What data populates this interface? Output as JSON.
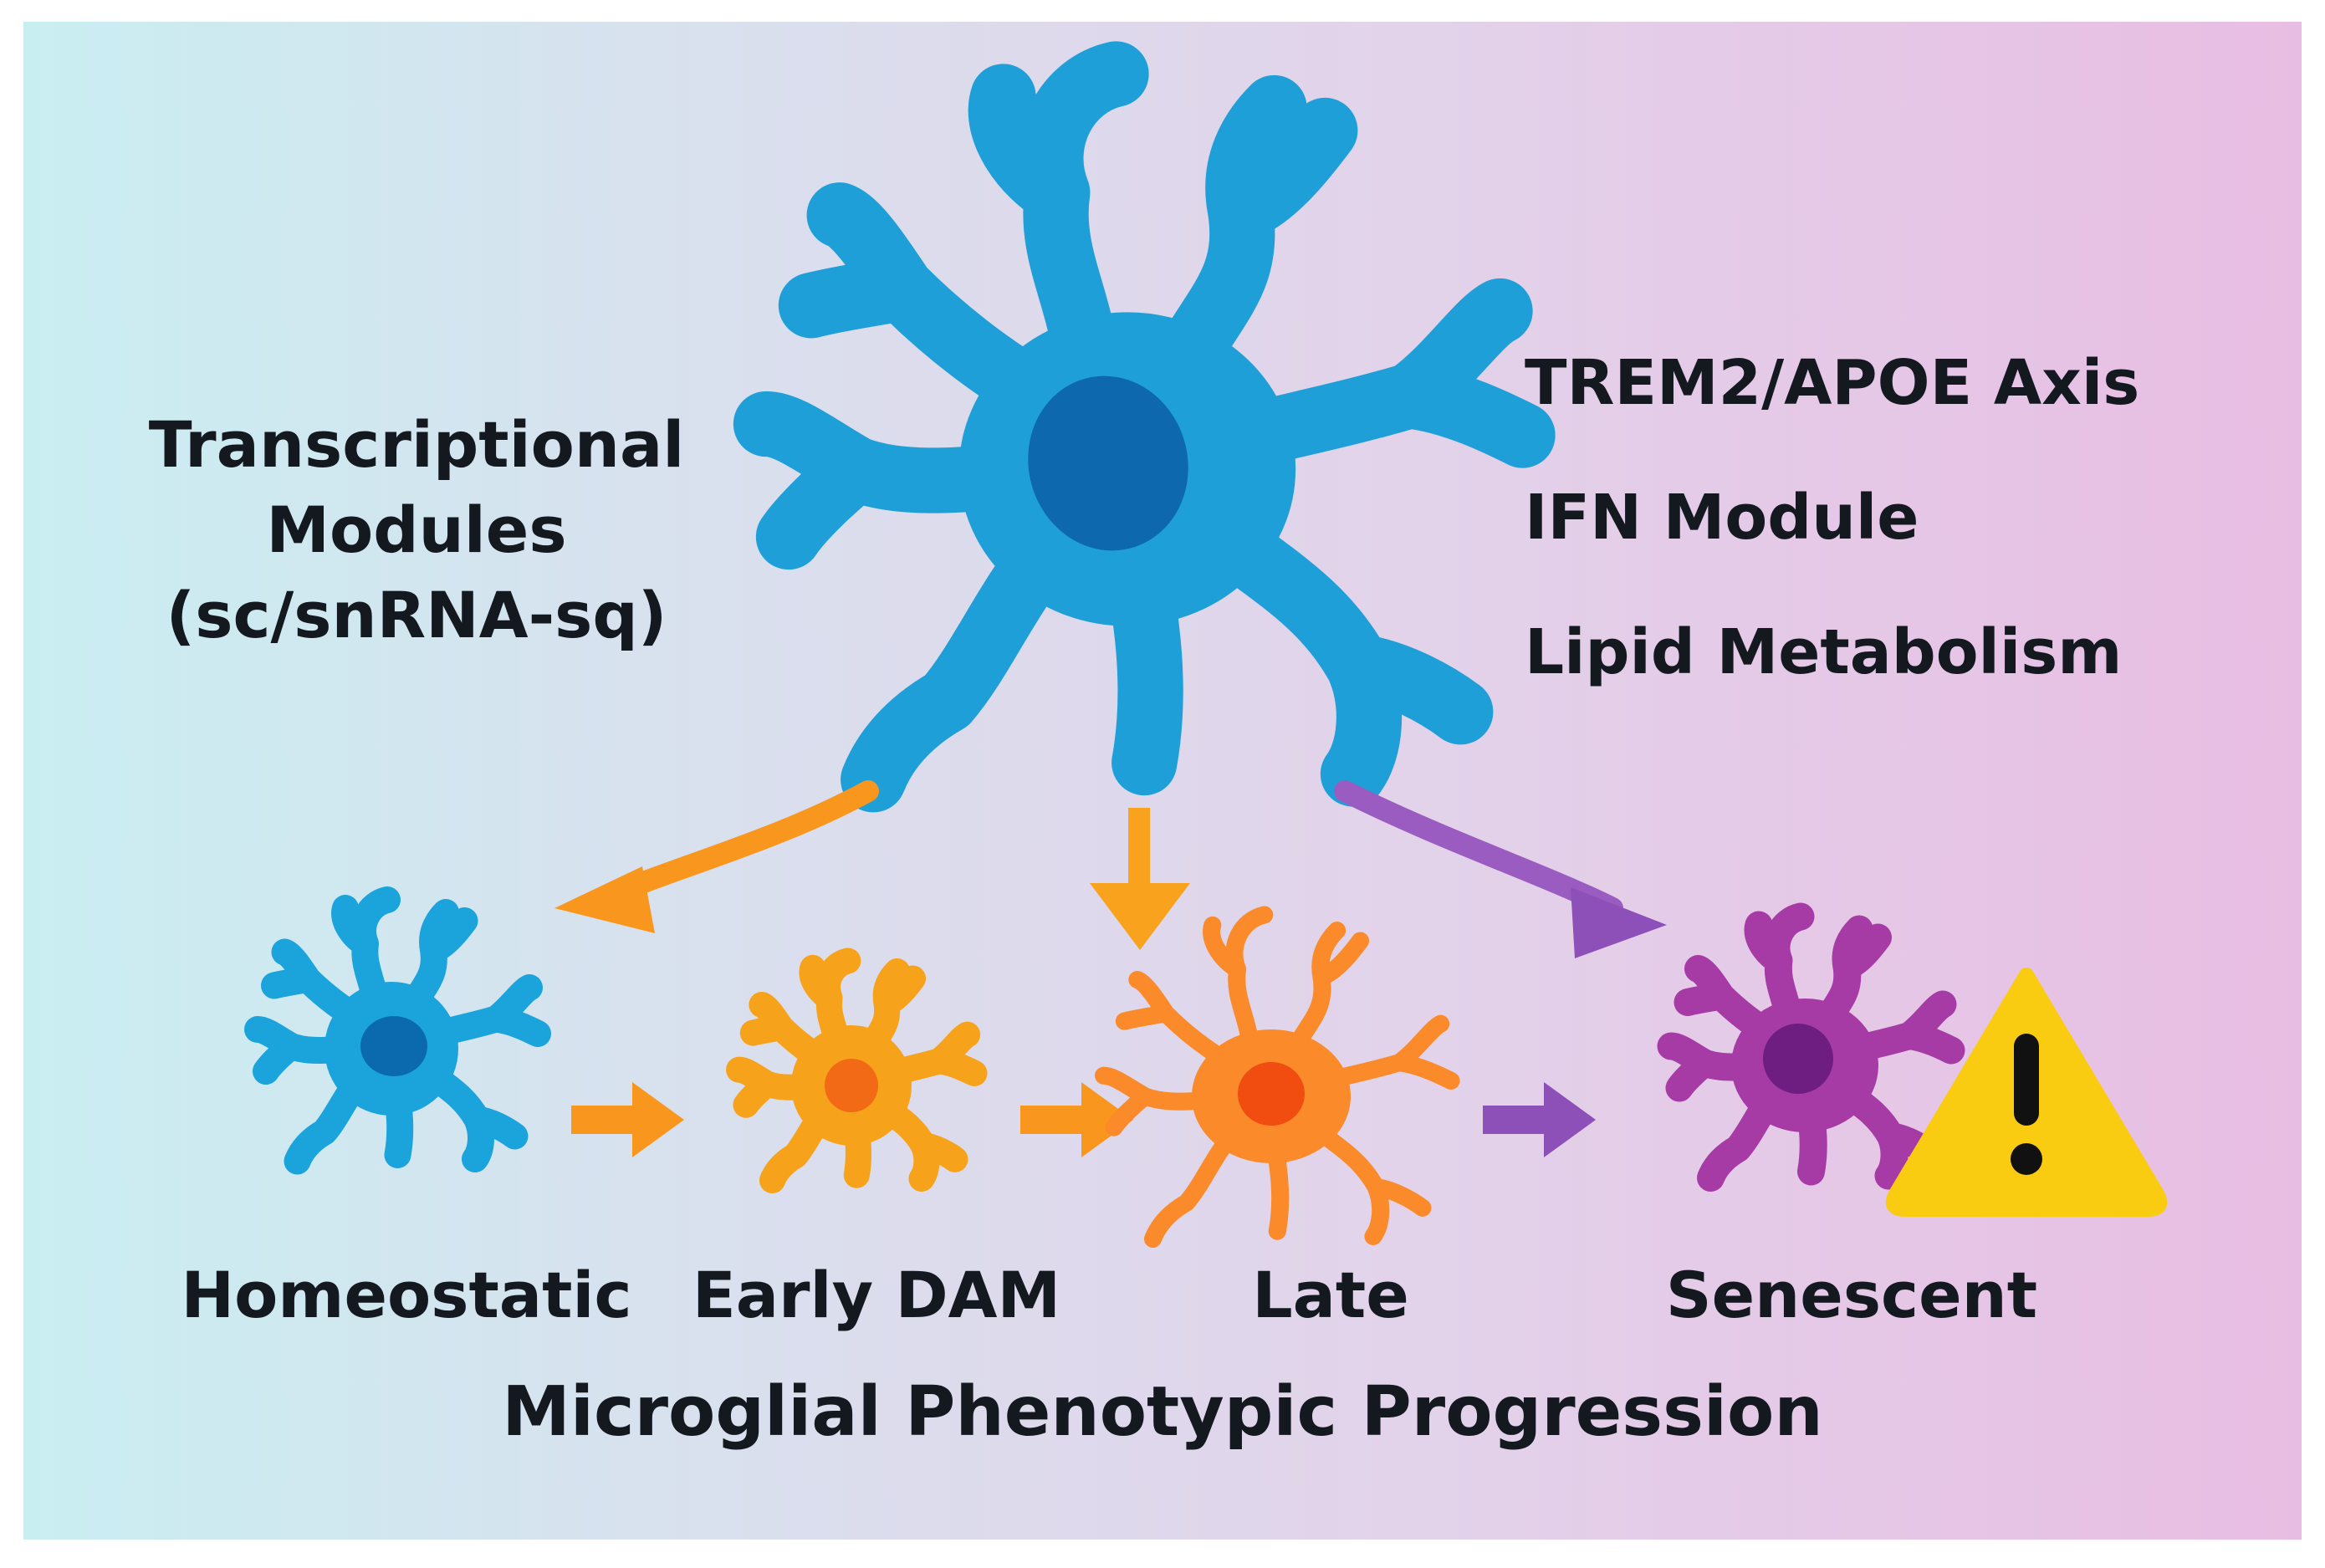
{
  "modules_title": {
    "line1": "Transcriptional",
    "line2": "Modules",
    "line3": "(sc/snRNA-sq)"
  },
  "modules": [
    "TREM2/APOE Axis",
    "IFN Module",
    "Lipid Metabolism"
  ],
  "stages": [
    "Homeostatic",
    "Early DAM",
    "Late",
    "Senescent"
  ],
  "footer_title": "Microglial Phenotypic Progression",
  "colors": {
    "homeostatic": "#1ba4dc",
    "homeostatic_nucleus": "#0b6aae",
    "early_dam": "#f7a21b",
    "early_dam_nucleus": "#f26a16",
    "late": "#fa8a2a",
    "late_nucleus": "#f24d10",
    "senescent": "#a63ba6",
    "senescent_nucleus": "#6e1d80",
    "arrow_orange": "#f8961e",
    "arrow_purple": "#8d4fb8",
    "warning": "#f9cc12"
  },
  "icons": [
    "warning-icon"
  ]
}
